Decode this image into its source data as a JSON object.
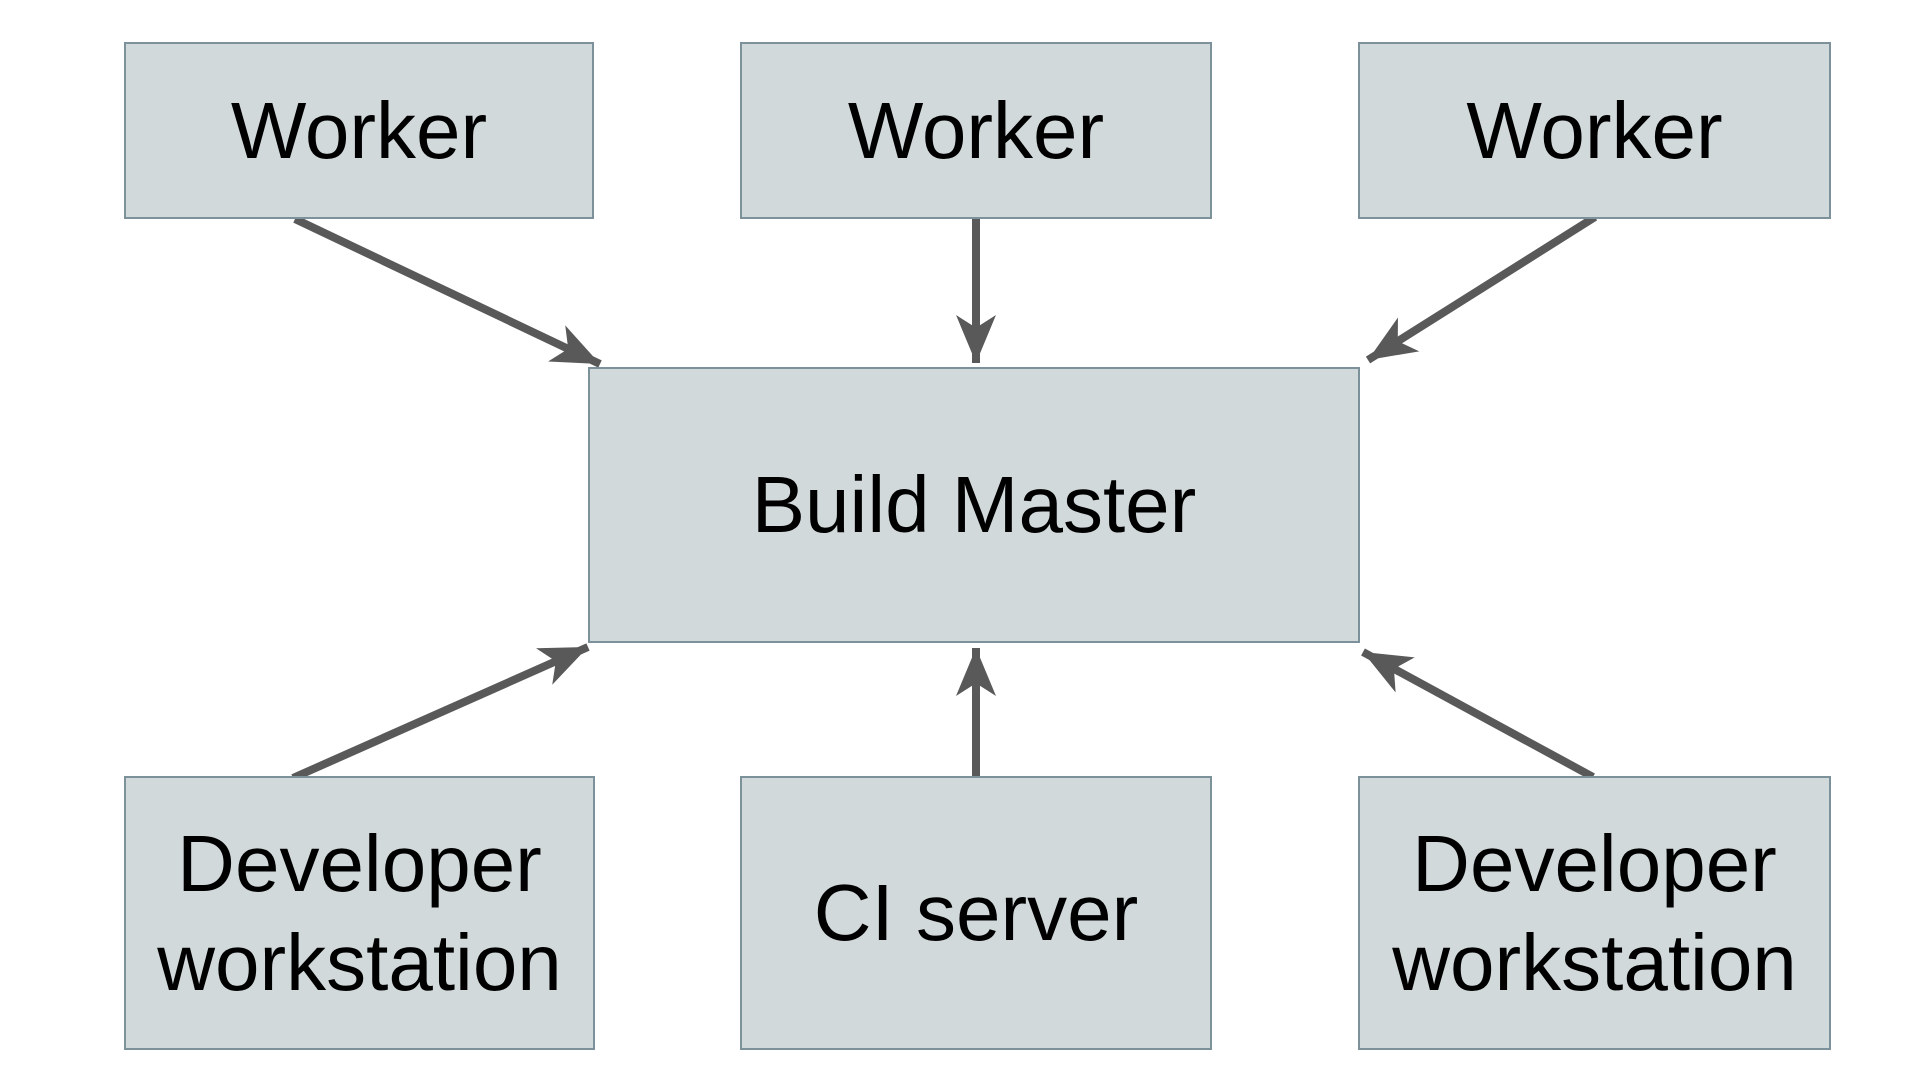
{
  "diagram": {
    "type": "architecture-diagram",
    "nodes": [
      {
        "id": "worker-1",
        "label": "Worker"
      },
      {
        "id": "worker-2",
        "label": "Worker"
      },
      {
        "id": "worker-3",
        "label": "Worker"
      },
      {
        "id": "build-master",
        "label": "Build Master"
      },
      {
        "id": "developer-workstation-left",
        "label": "Developer workstation"
      },
      {
        "id": "ci-server",
        "label": "CI server"
      },
      {
        "id": "developer-workstation-right",
        "label": "Developer workstation"
      }
    ],
    "edges": [
      {
        "from": "worker-1",
        "to": "build-master"
      },
      {
        "from": "worker-2",
        "to": "build-master"
      },
      {
        "from": "worker-3",
        "to": "build-master"
      },
      {
        "from": "developer-workstation-left",
        "to": "build-master"
      },
      {
        "from": "ci-server",
        "to": "build-master"
      },
      {
        "from": "developer-workstation-right",
        "to": "build-master"
      }
    ],
    "colors": {
      "background": "#ffffff",
      "node_fill": "#d2d9db",
      "node_border": "#7d919b",
      "arrow": "#595959",
      "text": "#000000"
    }
  }
}
